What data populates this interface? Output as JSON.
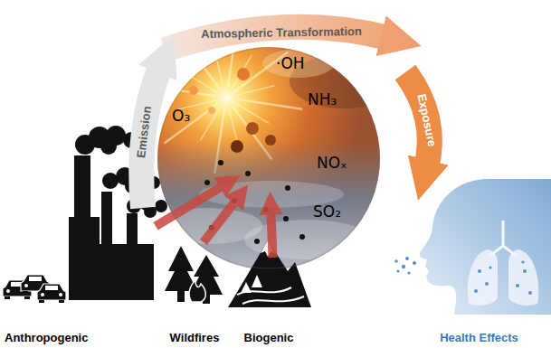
{
  "diagram": {
    "nodes": [
      {
        "text": [
          "·OH",
          "O₃",
          "NH₃",
          "NOₓ",
          "SO₂"
        ]
      },
      {
        "text": [
          "Anthropogenic"
        ]
      },
      {
        "text": [
          "Wildfires"
        ]
      },
      {
        "text": [
          "Biogenic"
        ]
      },
      {
        "text": [
          "Health Effects"
        ]
      }
    ],
    "edges": [
      {
        "from": 1,
        "to": 0,
        "arrow": "to"
      },
      {
        "from": 2,
        "to": 0,
        "arrow": "to"
      },
      {
        "from": 3,
        "to": 0,
        "arrow": "to"
      }
    ],
    "labels": [
      "Atmospheric Transformation",
      "Emission",
      "Exposure"
    ]
  }
}
